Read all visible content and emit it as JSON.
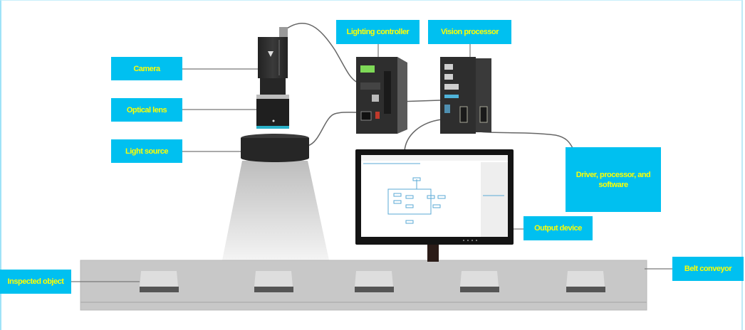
{
  "diagram": {
    "title": "Machine vision system components",
    "labels": {
      "camera": "Camera",
      "optical_lens": "Optical lens",
      "light_source": "Light source",
      "lighting_controller": "Lighting controller",
      "vision_processor": "Vision processor",
      "driver_processor_software": "Driver, processor, and software",
      "output_device": "Output device",
      "belt_conveyor": "Belt conveyor",
      "inspected_object": "Inspected object"
    },
    "colors": {
      "label_bg": "#00c0f0",
      "label_text": "#ffff00",
      "leader_line": "#777777",
      "device_body": "#2b2b2b",
      "conveyor": "#c8c8c8",
      "frame_border": "#9fe3f7"
    },
    "conveyor_object_count": 5
  }
}
